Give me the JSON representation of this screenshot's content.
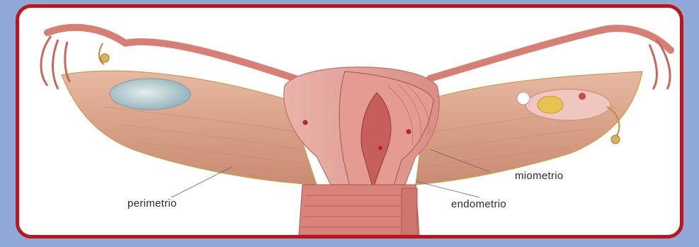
{
  "figure": {
    "labels": {
      "perimetrio": "perimetrio",
      "miometrio": "miometrio",
      "endometrio": "endometrio"
    },
    "colors": {
      "frame_border": "#c0141c",
      "background": "#8fa8d6",
      "ligament": "#d9a48c",
      "muscle": "#e8a6a0",
      "cavity": "#cc6f6a",
      "ovary_left": "#b9d0d6"
    }
  }
}
